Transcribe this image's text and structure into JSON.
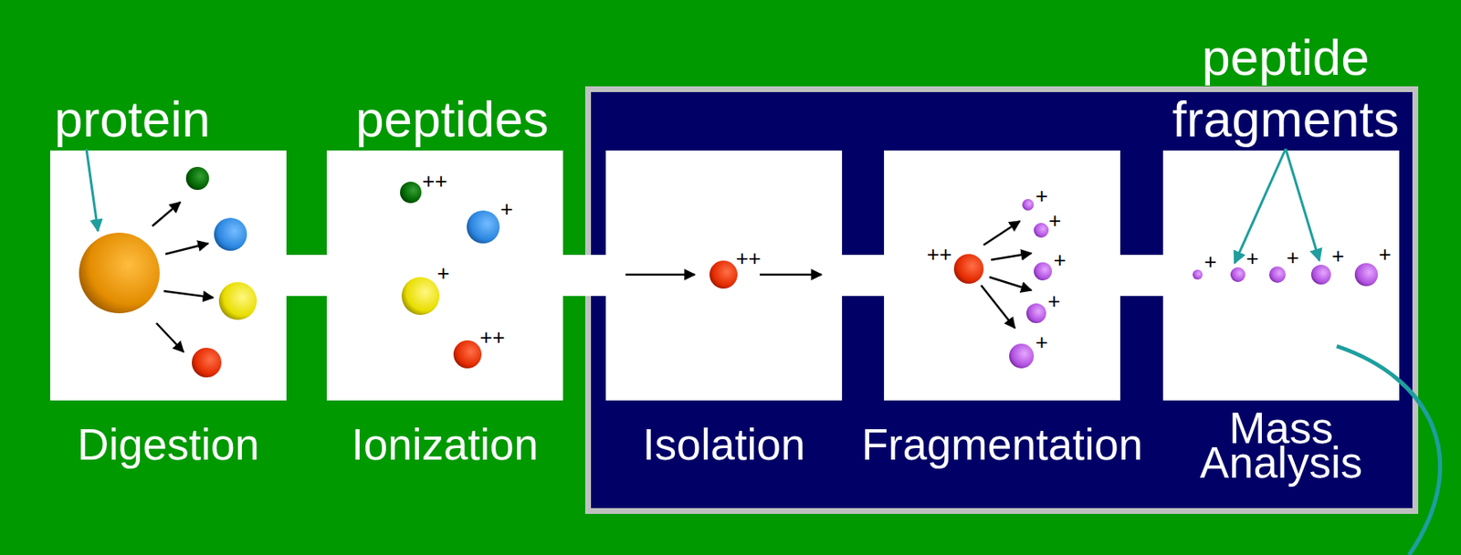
{
  "diagram": {
    "nodes": [
      {
        "text": [
          "Digestion"
        ]
      },
      {
        "text": [
          "Ionization"
        ]
      },
      {
        "text": [
          "peptide fragments"
        ]
      },
      {
        "text": [
          "Isolation"
        ],
        "in": 2
      },
      {
        "text": [
          "Fragmentation"
        ],
        "in": 2
      },
      {
        "text": [
          "Mass Analysis"
        ],
        "in": 2
      }
    ],
    "edges": [
      {
        "from": 0,
        "to": 1,
        "arrow": "none"
      },
      {
        "from": 1,
        "to": 3,
        "arrow": "none"
      },
      {
        "from": 3,
        "to": 4,
        "arrow": "none"
      },
      {
        "from": 4,
        "to": 5,
        "arrow": "none"
      }
    ],
    "labels": [
      "protein",
      "peptides",
      "++",
      "+",
      "+",
      "++",
      "++",
      "++",
      "+",
      "+",
      "+",
      "+",
      "+",
      "+",
      "+",
      "+",
      "+",
      "+"
    ]
  }
}
